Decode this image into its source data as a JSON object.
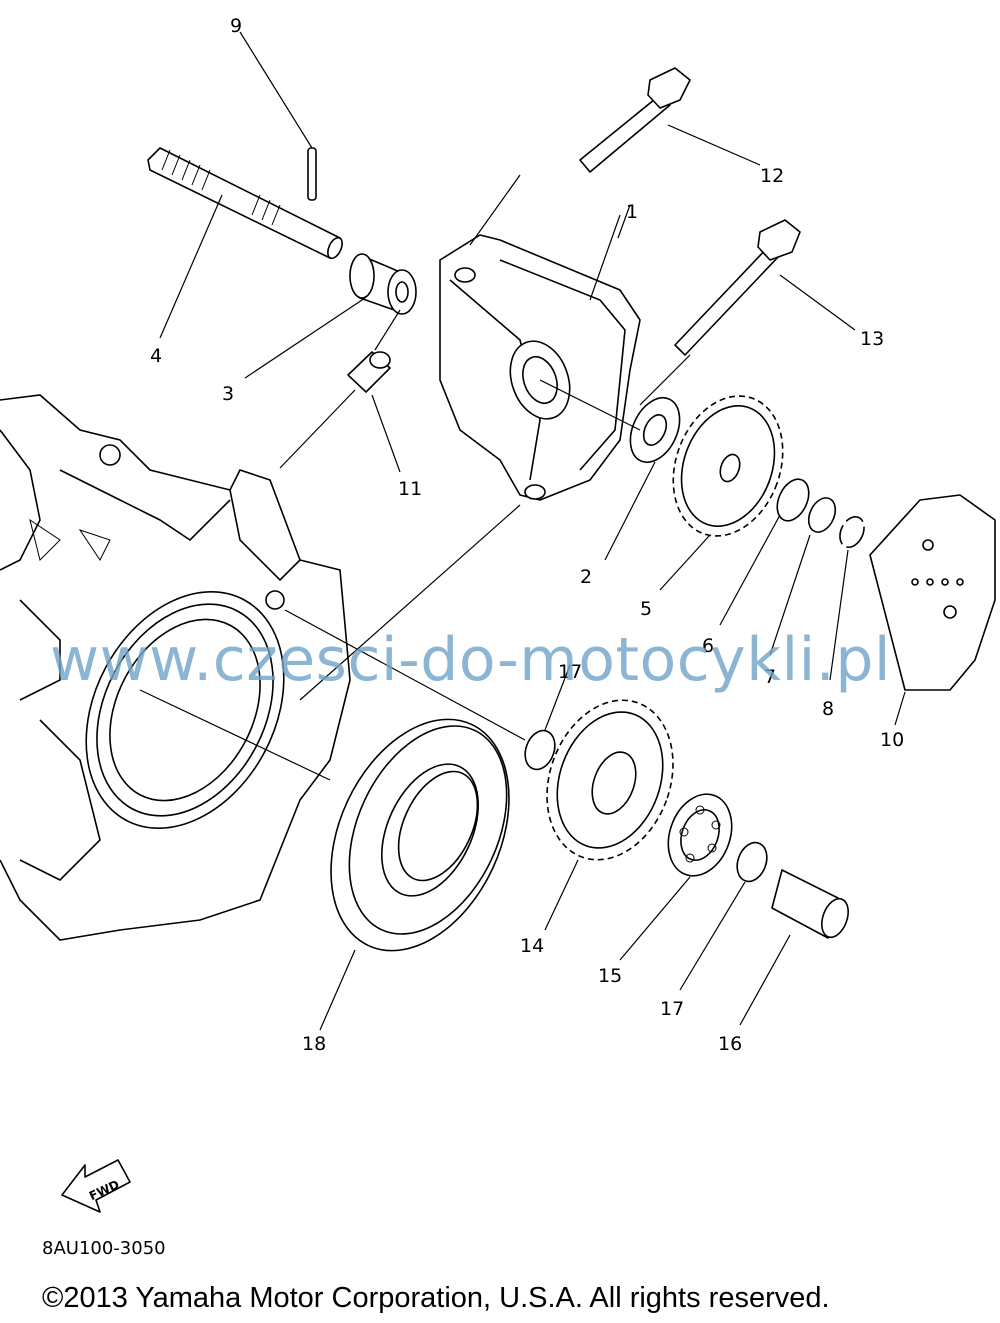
{
  "watermark": "www.czesci-do-motocykli.pl",
  "diagram_code": "8AU100-3050",
  "copyright": "©2013 Yamaha Motor Corporation, U.S.A. All rights reserved.",
  "fwd_label": "FWD",
  "parts": {
    "p1": "1",
    "p2": "2",
    "p3": "3",
    "p4": "4",
    "p5": "5",
    "p6": "6",
    "p7": "7",
    "p8": "8",
    "p9": "9",
    "p10": "10",
    "p11": "11",
    "p12": "12",
    "p13": "13",
    "p14": "14",
    "p15": "15",
    "p16": "16",
    "p17a": "17",
    "p17b": "17",
    "p18": "18"
  }
}
